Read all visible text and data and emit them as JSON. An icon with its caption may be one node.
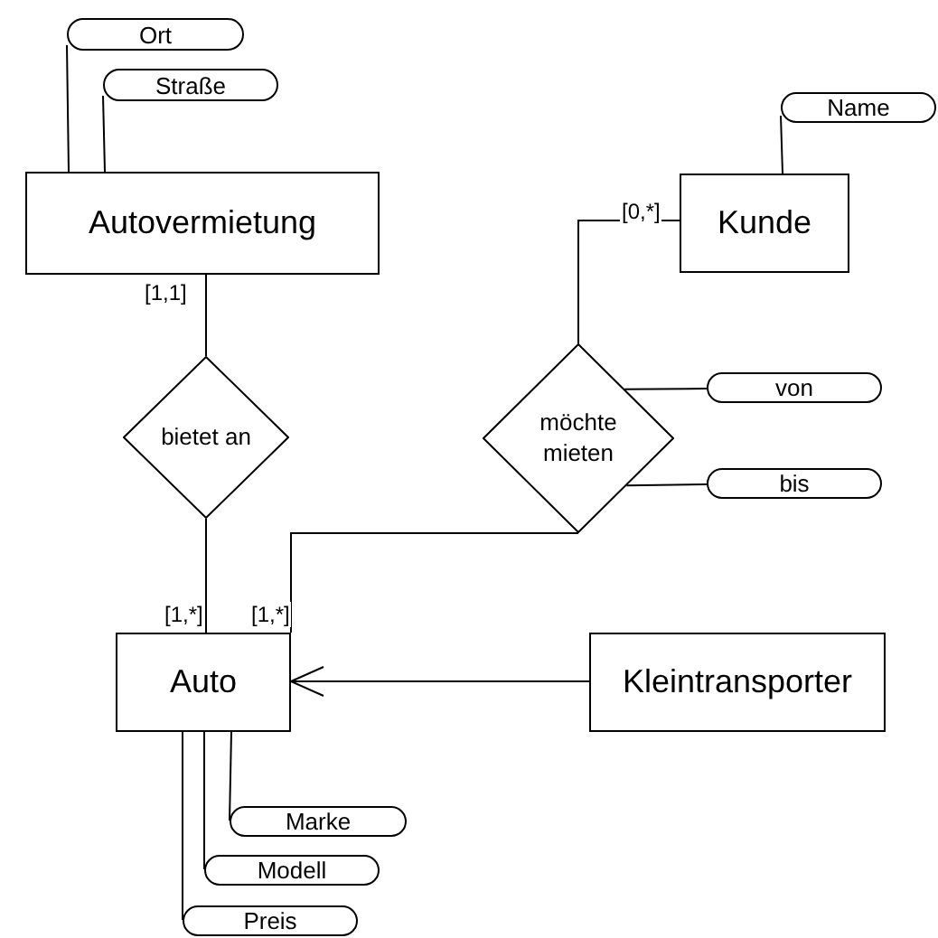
{
  "diagram": {
    "nodes": [
      {
        "text": [
          "Ort"
        ]
      },
      {
        "text": [
          "Straße"
        ]
      },
      {
        "text": [
          "Autovermietung"
        ]
      },
      {
        "text": [
          "Name"
        ]
      },
      {
        "text": [
          "Kunde"
        ]
      },
      {
        "text": [
          "bietet an"
        ]
      },
      {
        "text": [
          "möchte mieten"
        ]
      },
      {
        "text": [
          "von"
        ]
      },
      {
        "text": [
          "bis"
        ]
      },
      {
        "text": [
          "Auto"
        ]
      },
      {
        "text": [
          "Kleintransporter"
        ]
      },
      {
        "text": [
          "Marke"
        ]
      },
      {
        "text": [
          "Modell"
        ]
      },
      {
        "text": [
          "Preis"
        ]
      }
    ],
    "edges": [
      {
        "from": 0,
        "to": 2,
        "arrow": "none"
      },
      {
        "from": 1,
        "to": 2,
        "arrow": "none"
      },
      {
        "from": 3,
        "to": 4,
        "arrow": "none"
      },
      {
        "from": 2,
        "to": 5,
        "arrow": "none",
        "label": "[1,1]"
      },
      {
        "from": 5,
        "to": 9,
        "arrow": "none",
        "label": "[1,*]"
      },
      {
        "from": 4,
        "to": 6,
        "arrow": "none",
        "label": "[0,*]"
      },
      {
        "from": 6,
        "to": 9,
        "arrow": "none",
        "label": "[1,*]"
      },
      {
        "from": 6,
        "to": 7,
        "arrow": "none"
      },
      {
        "from": 6,
        "to": 8,
        "arrow": "none"
      },
      {
        "from": 10,
        "to": 9,
        "arrow": "to"
      },
      {
        "from": 9,
        "to": 11,
        "arrow": "none"
      },
      {
        "from": 9,
        "to": 12,
        "arrow": "none"
      },
      {
        "from": 9,
        "to": 13,
        "arrow": "none"
      }
    ]
  }
}
